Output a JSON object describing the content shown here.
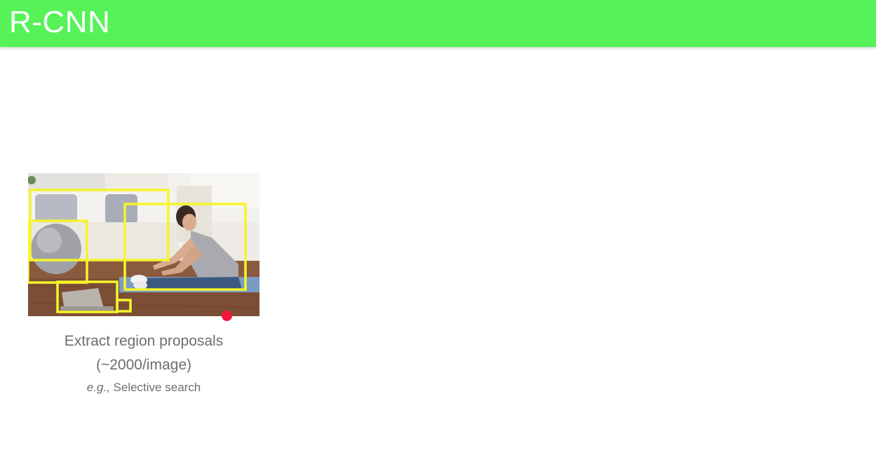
{
  "header": {
    "title": "R-CNN",
    "bar_color": "#56f257"
  },
  "figure": {
    "box_color": "#f5f52a",
    "caption_line1": "Extract region proposals",
    "caption_line2": "(~2000/image)",
    "caption_eg": "e.g.,",
    "caption_method": " Selective search"
  },
  "pointer": {
    "color": "#f0183c"
  }
}
